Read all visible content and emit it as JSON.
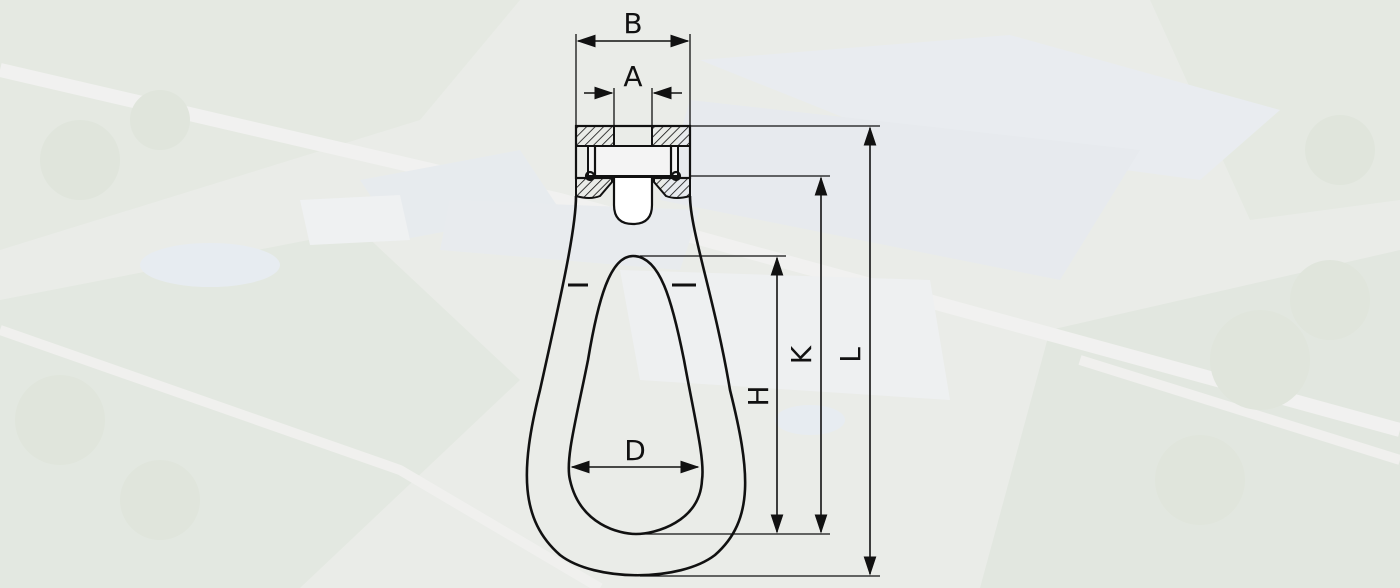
{
  "diagram": {
    "labels": {
      "B": "B",
      "A": "A",
      "L": "L",
      "K": "K",
      "H": "H",
      "D": "D"
    }
  },
  "colors": {
    "line": "#111111",
    "background": "#dfe3df",
    "overlay": "#ffffff"
  }
}
